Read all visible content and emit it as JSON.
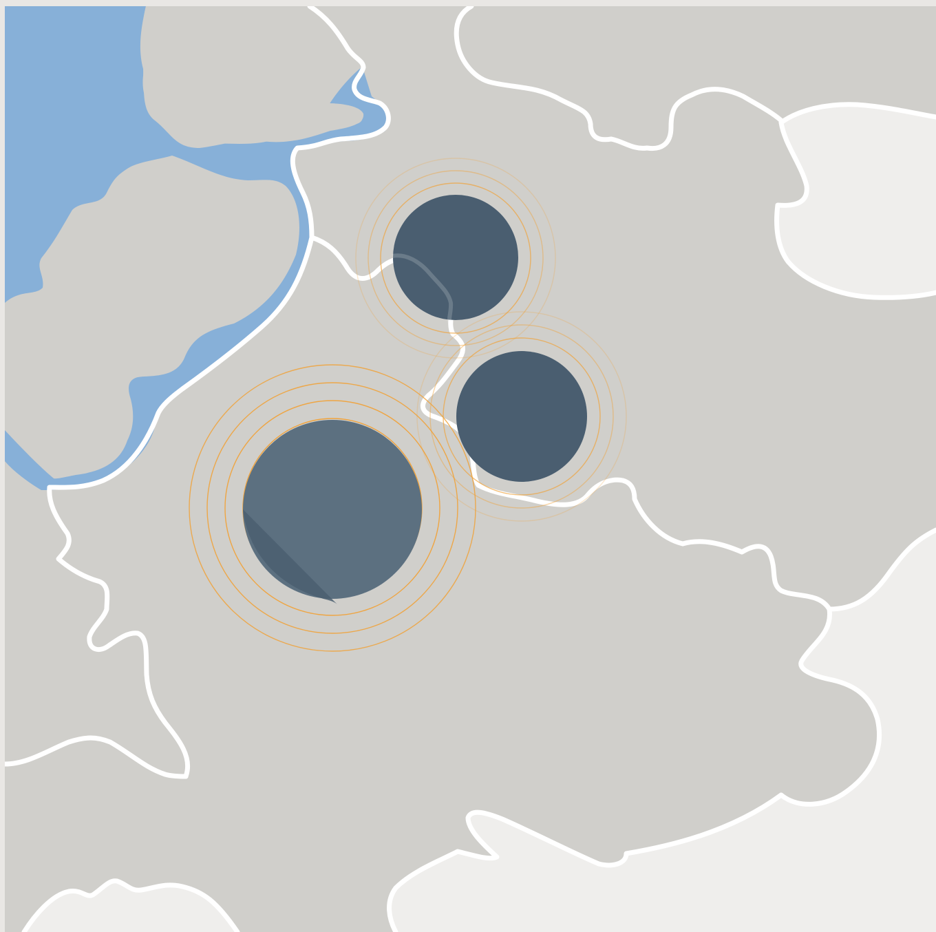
{
  "colors": {
    "frame": "#e9e7e4",
    "land_focus": "#d0cfcb",
    "land_other": "#efeeec",
    "water": "#87b0d8",
    "border": "#ffffff",
    "marker_fill": "#4a5e70",
    "marker_fill_light": "#5c7080",
    "pulse_ring": "#f0a23a"
  },
  "markers": [
    {
      "name": "marker-large",
      "rings": 4
    },
    {
      "name": "marker-top",
      "rings": 3
    },
    {
      "name": "marker-right",
      "rings": 3
    }
  ]
}
